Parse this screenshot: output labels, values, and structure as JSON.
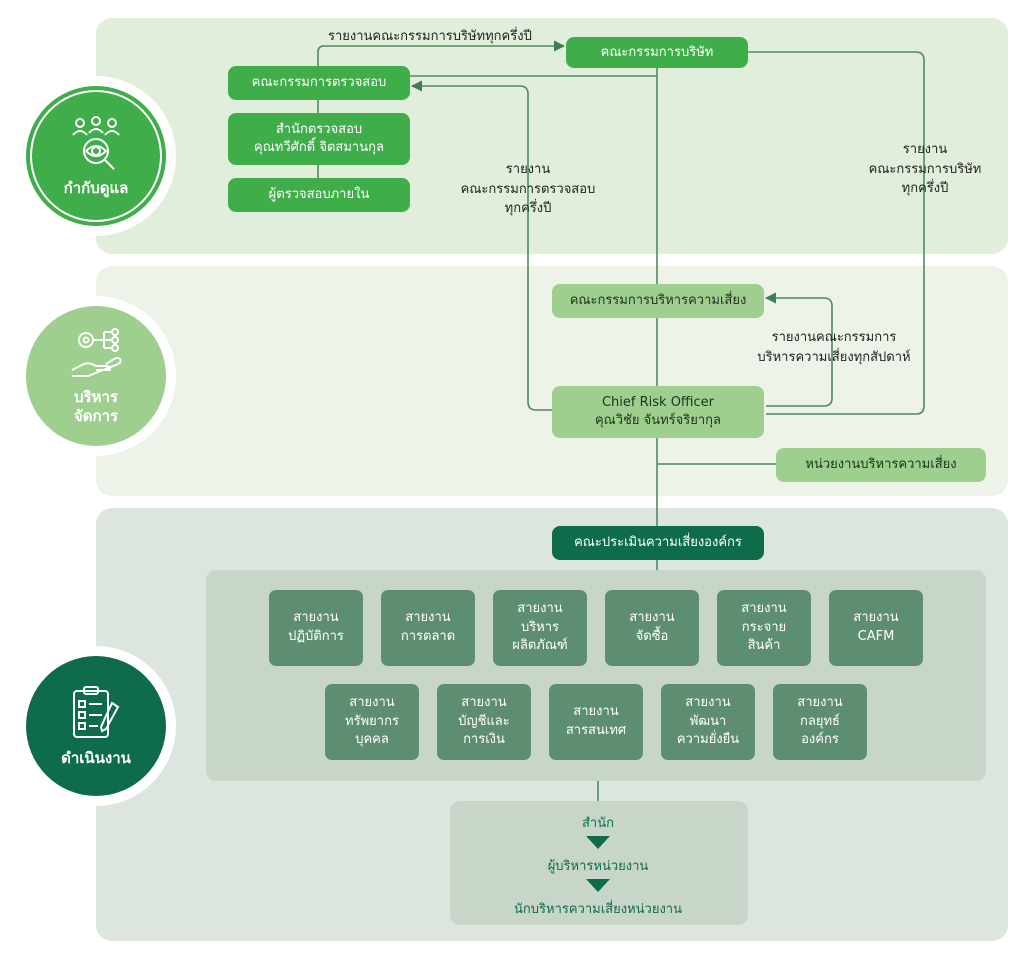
{
  "sections": {
    "govern": {
      "title": "กำกับดูแล",
      "band_color": "#e2eedc",
      "circle_color": "#3fad49",
      "icon": "people-eye-gear-icon"
    },
    "manage": {
      "title": "บริหาร\nจัดการ",
      "band_color": "#eef3ea",
      "circle_color": "#9fcf8e",
      "icon": "hand-gear-network-icon"
    },
    "operate": {
      "title": "ดำเนินงาน",
      "band_color": "#dde6de",
      "circle_color": "#0f6c4b",
      "icon": "checklist-pencil-icon"
    }
  },
  "boxes": {
    "board": "คณะกรรมการบริษัท",
    "audit_committee": "คณะกรรมการตรวจสอบ",
    "audit_office": "สำนักตรวจสอบ\nคุณทวีศักดิ์ จิตสมานกุล",
    "internal_auditor": "ผู้ตรวจสอบภายใน",
    "risk_committee": "คณะกรรมการบริหารความเสี่ยง",
    "cro": "Chief Risk Officer\nคุณวิชัย  จันทร์จริยากุล",
    "risk_unit": "หน่วยงานบริหารความเสี่ยง",
    "assessment_committee": "คณะประเมินความเสี่ยงองค์กร"
  },
  "labels": {
    "report_board": "รายงานคณะกรรมการบริษัททุกครึ่งปี",
    "report_audit": "รายงาน\nคณะกรรมการตรวจสอบ\nทุกครึ่งปี",
    "report_board_right": "รายงาน\nคณะกรรมการบริษัท\nทุกครึ่งปี",
    "report_risk": "รายงานคณะกรรมการ\nบริหารความเสี่ยงทุกสัปดาห์"
  },
  "units_row1": [
    "สายงาน\nปฏิบัติการ",
    "สายงาน\nการตลาด",
    "สายงาน\nบริหาร\nผลิตภัณฑ์",
    "สายงาน\nจัดซื้อ",
    "สายงาน\nกระจาย\nสินค้า",
    "สายงาน\nCAFM"
  ],
  "units_row2": [
    "สายงาน\nทรัพยากร\nบุคคล",
    "สายงาน\nบัญชีและ\nการเงิน",
    "สายงาน\nสารสนเทศ",
    "สายงาน\nพัฒนา\nความยั่งยืน",
    "สายงาน\nกลยุทธ์\nองค์กร"
  ],
  "office_chain": [
    "สำนัก",
    "ผู้บริหารหน่วยงาน",
    "นักบริหารความเสี่ยงหน่วยงาน"
  ]
}
